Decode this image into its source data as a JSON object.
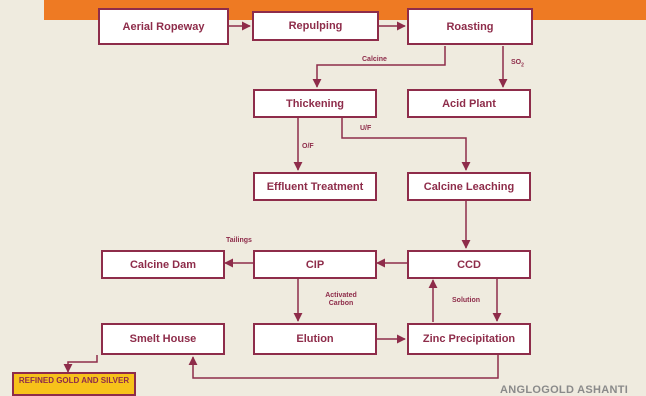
{
  "colors": {
    "accent_bar": "#ee7a23",
    "box_border": "#8e2c4a",
    "final_fill": "#f7c21a",
    "background": "#efebdf"
  },
  "nodes": {
    "aerial_ropeway": "Aerial Ropeway",
    "repulping": "Repulping",
    "roasting": "Roasting",
    "thickening": "Thickening",
    "acid_plant": "Acid Plant",
    "effluent_treatment": "Effluent Treatment",
    "calcine_leaching": "Calcine Leaching",
    "calcine_dam": "Calcine Dam",
    "cip": "CIP",
    "ccd": "CCD",
    "smelt_house": "Smelt House",
    "elution": "Elution",
    "zinc_precipitation": "Zinc Precipitation",
    "final_product": "REFINED GOLD AND SILVER"
  },
  "edge_labels": {
    "calcine": "Calcine",
    "so2": "SO",
    "so2_sub": "2",
    "of": "O/F",
    "uf": "U/F",
    "tailings": "Tailings",
    "activated_carbon": "Activated Carbon",
    "solution": "Solution"
  },
  "brand": "ANGLOGOLD ASHANTI"
}
